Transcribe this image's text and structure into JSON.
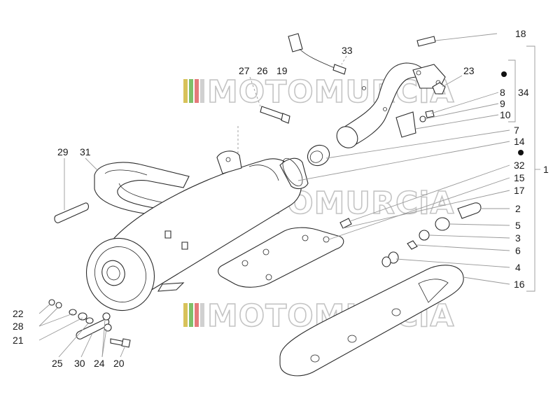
{
  "watermark": {
    "text": "MOTOMURCiA",
    "stripe_colors": [
      "#d8c25a",
      "#7fbf6a",
      "#e47a7a"
    ]
  },
  "labels": {
    "n1": "1",
    "n2": "2",
    "n3": "3",
    "n4": "4",
    "n5": "5",
    "n6": "6",
    "n7": "7",
    "n8": "8",
    "n9": "9",
    "n10": "10",
    "n14": "14",
    "n15": "15",
    "n16": "16",
    "n17": "17",
    "n18": "18",
    "n19": "19",
    "n20": "20",
    "n21": "21",
    "n22": "22",
    "n23": "23",
    "n24": "24",
    "n25": "25",
    "n26": "26",
    "n27": "27",
    "n28": "28",
    "n29": "29",
    "n30": "30",
    "n31": "31",
    "n32": "32",
    "n33": "33",
    "n34": "34"
  }
}
